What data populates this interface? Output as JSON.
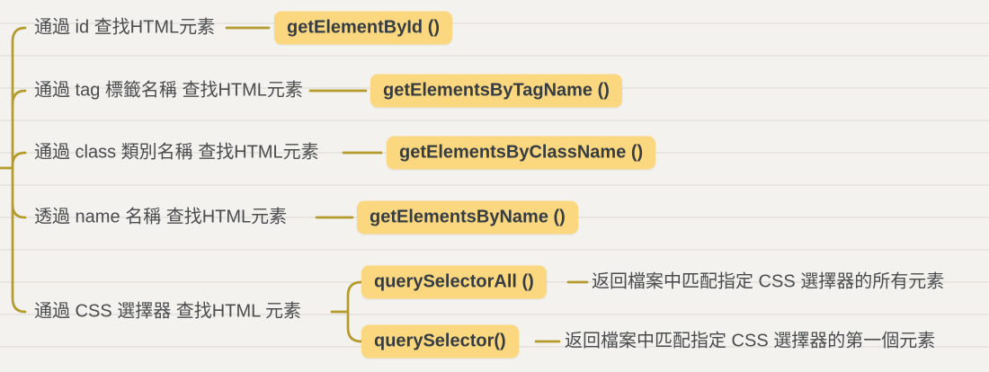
{
  "theme": {
    "background": "#f4f2ef",
    "paper_line_color": "#e8e5e1",
    "connector_color": "#b49b2c",
    "badge_background": "#fbd87f",
    "badge_text_color": "#363d42",
    "label_text_color": "#4a4c4e"
  },
  "mindmap": {
    "branches": [
      {
        "label": "通過 id 查找HTML元素",
        "method": "getElementById ()"
      },
      {
        "label": "通過 tag 標籤名稱 查找HTML元素",
        "method": "getElementsByTagName ()"
      },
      {
        "label": "通過 class 類別名稱 查找HTML元素",
        "method": "getElementsByClassName ()"
      },
      {
        "label": "透過 name 名稱 查找HTML元素",
        "method": "getElementsByName ()"
      },
      {
        "label": "通過 CSS 選擇器 查找HTML 元素",
        "children": [
          {
            "method": "querySelectorAll ()",
            "description": "返回檔案中匹配指定 CSS 選擇器的所有元素"
          },
          {
            "method": "querySelector()",
            "description": "返回檔案中匹配指定 CSS 選擇器的第一個元素"
          }
        ]
      }
    ]
  }
}
